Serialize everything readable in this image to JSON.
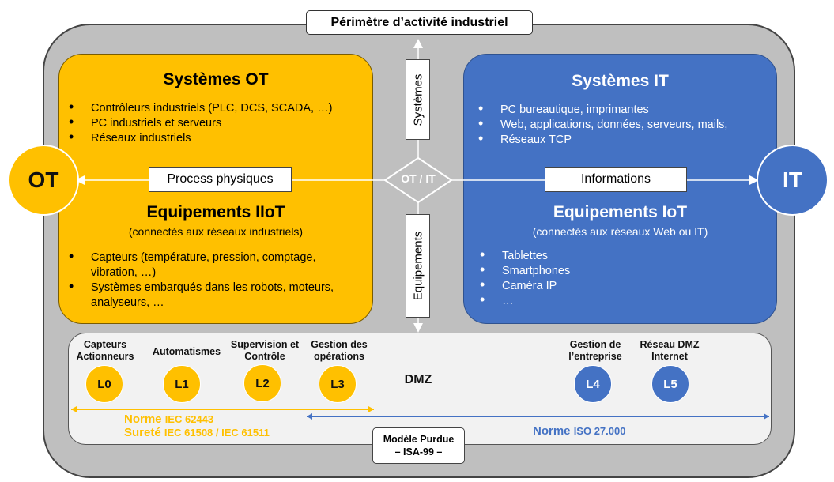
{
  "perimeter_title": "Périmètre d’activité industriel",
  "ot": {
    "circle": "OT",
    "systems_title": "Systèmes OT",
    "systems_items": [
      "Contrôleurs industriels (PLC, DCS, SCADA, …)",
      "PC industriels et serveurs",
      "Réseaux industriels"
    ],
    "arrow_label": "Process physiques",
    "equip_title": "Equipements IIoT",
    "equip_subtitle": "(connectés aux réseaux industriels)",
    "equip_items": [
      "Capteurs (température, pression, comptage, vibration, …)",
      "Systèmes embarqués dans les robots, moteurs, analyseurs, …"
    ],
    "color": "#ffc000"
  },
  "it": {
    "circle": "IT",
    "systems_title": "Systèmes IT",
    "systems_items": [
      "PC bureautique, imprimantes",
      "Web, applications, données, serveurs, mails,",
      "Réseaux TCP"
    ],
    "arrow_label": "Informations",
    "equip_title": "Equipements IoT",
    "equip_subtitle": "(connectés aux réseaux Web ou IT)",
    "equip_items": [
      "Tablettes",
      "Smartphones",
      "Caméra IP",
      "…"
    ],
    "color": "#4472c4"
  },
  "center": {
    "diamond": "OT / IT",
    "systems_label": "Systèmes",
    "equip_label": "Equipements"
  },
  "purdue": {
    "levels": [
      {
        "label": "Capteurs Actionneurs",
        "level": "L0"
      },
      {
        "label": "Automatismes",
        "level": "L1"
      },
      {
        "label": "Supervision et Contrôle",
        "level": "L2"
      },
      {
        "label": "Gestion des opérations",
        "level": "L3"
      },
      {
        "label": "Gestion de l’entreprise",
        "level": "L4"
      },
      {
        "label": "Réseau DMZ Internet",
        "level": "L5"
      }
    ],
    "dmz": "DMZ",
    "norm_ot_line1": "Norme",
    "norm_ot_line1_code": "IEC 62443",
    "norm_ot_line2": "Sureté",
    "norm_ot_line2_code": "IEC 61508 / IEC 61511",
    "norm_it": "Norme",
    "norm_it_code": "ISO 27.000",
    "model_line1": "Modèle Purdue",
    "model_line2": "– ISA-99 –"
  }
}
